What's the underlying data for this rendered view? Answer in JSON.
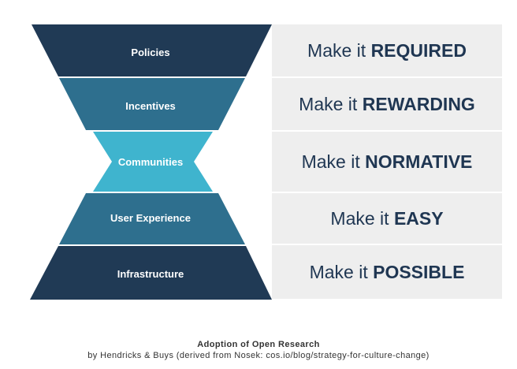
{
  "layers": [
    {
      "label": "Policies",
      "prefix": "Make it",
      "emphasis": "REQUIRED",
      "color": "#203a55"
    },
    {
      "label": "Incentives",
      "prefix": "Make it",
      "emphasis": "REWARDING",
      "color": "#2e6f8e"
    },
    {
      "label": "Communities",
      "prefix": "Make it",
      "emphasis": "NORMATIVE",
      "color": "#3fb4ce"
    },
    {
      "label": "User Experience",
      "prefix": "Make it",
      "emphasis": "EASY",
      "color": "#2e6f8e"
    },
    {
      "label": "Infrastructure",
      "prefix": "Make it",
      "emphasis": "POSSIBLE",
      "color": "#203a55"
    }
  ],
  "caption": {
    "title": "Adoption of Open Research",
    "subtitle": "by Hendricks & Buys (derived from Nosek: cos.io/blog/strategy-for-culture-change)"
  }
}
